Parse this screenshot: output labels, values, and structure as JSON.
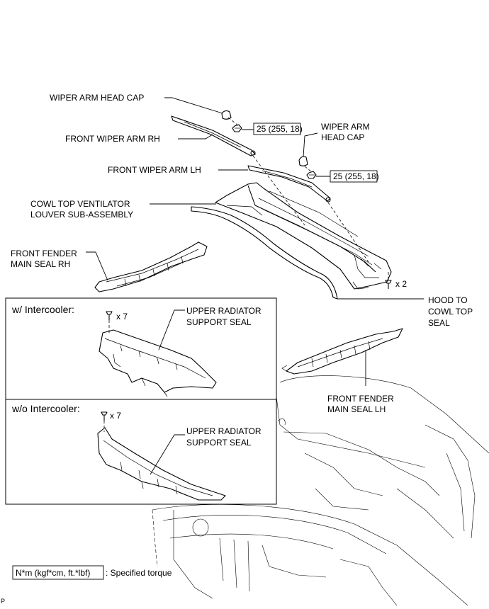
{
  "labels": {
    "wiper_arm_head_cap_rh": "WIPER ARM HEAD CAP",
    "front_wiper_arm_rh": "FRONT WIPER ARM RH",
    "wiper_arm_head_cap_lh_1": "WIPER ARM",
    "wiper_arm_head_cap_lh_2": "HEAD CAP",
    "front_wiper_arm_lh": "FRONT WIPER ARM LH",
    "cowl_top_1": "COWL TOP VENTILATOR",
    "cowl_top_2": "LOUVER SUB-ASSEMBLY",
    "fender_seal_rh_1": "FRONT FENDER",
    "fender_seal_rh_2": "MAIN SEAL RH",
    "hood_seal_1": "HOOD TO",
    "hood_seal_2": "COWL TOP",
    "hood_seal_3": "SEAL",
    "fender_seal_lh_1": "FRONT FENDER",
    "fender_seal_lh_2": "MAIN SEAL LH",
    "urs_seal_1": "UPPER RADIATOR",
    "urs_seal_2": "SUPPORT SEAL"
  },
  "torque": {
    "rh": "25 (255, 18)",
    "lh": "25 (255, 18)"
  },
  "quantities": {
    "cowl_clips": "x 2",
    "intercooler_clips": "x 7",
    "no_intercooler_clips": "x 7"
  },
  "panels": {
    "with_intercooler": "w/ Intercooler:",
    "without_intercooler": "w/o Intercooler:"
  },
  "legend": {
    "unit": "N*m (kgf*cm, ft.*lbf)",
    "description": ": Specified torque"
  },
  "corner_mark": "P"
}
